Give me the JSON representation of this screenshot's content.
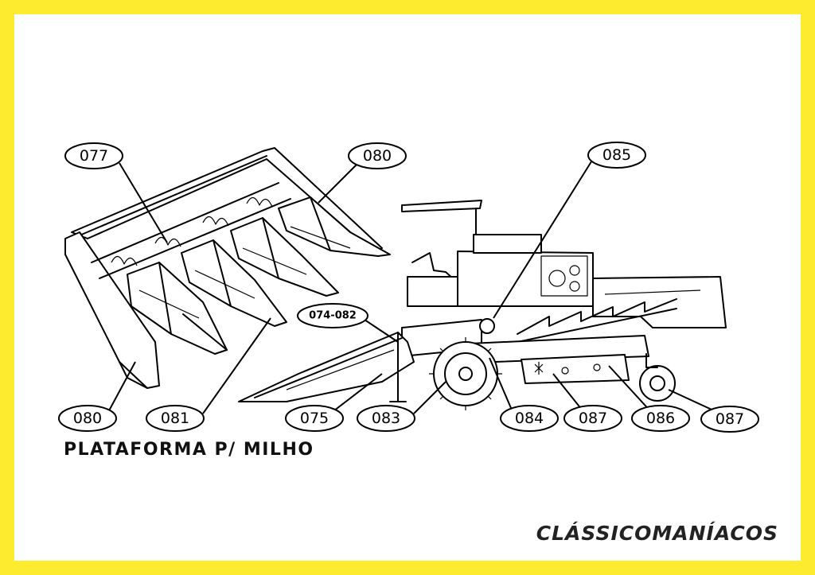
{
  "title": "PLATAFORMA P/ MILHO",
  "brand": "CLÁSSICOMANÍACOS",
  "callouts": [
    {
      "id": "c077",
      "label": "077"
    },
    {
      "id": "c080a",
      "label": "080"
    },
    {
      "id": "c080b",
      "label": "080"
    },
    {
      "id": "c081",
      "label": "081"
    },
    {
      "id": "c074",
      "label": "074-082"
    },
    {
      "id": "c075",
      "label": "075"
    },
    {
      "id": "c083",
      "label": "083"
    },
    {
      "id": "c084",
      "label": "084"
    },
    {
      "id": "c085",
      "label": "085"
    },
    {
      "id": "c086",
      "label": "086"
    },
    {
      "id": "c087a",
      "label": "087"
    },
    {
      "id": "c087b",
      "label": "087"
    }
  ],
  "colors": {
    "frame": "#FCEB2E",
    "sheet": "#FFFFFF",
    "ink": "#000000"
  }
}
